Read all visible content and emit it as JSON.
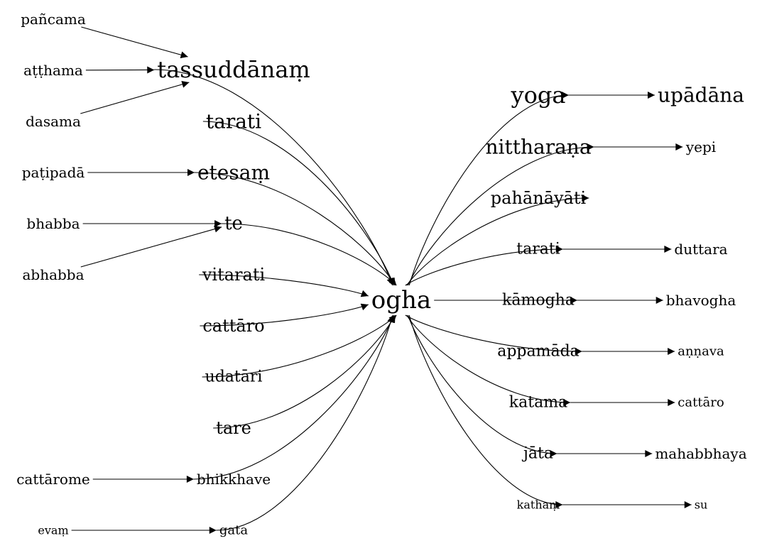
{
  "nodes": {
    "pancama": "pañcama",
    "atthama": "aṭṭhama",
    "dasama": "dasama",
    "tassuddanam": "tassuddānaṃ",
    "tarati_l": "tarati",
    "patipada": "paṭipadā",
    "etesam": "etesaṃ",
    "bhabba": "bhabba",
    "te": "te",
    "abhabba": "abhabba",
    "vitarati": "vitarati",
    "cattaro_l": "cattāro",
    "udatari": "udatāri",
    "tare": "tare",
    "cattarome": "cattārome",
    "bhikkhave": "bhikkhave",
    "evam": "evaṃ",
    "gata": "gata",
    "ogha": "ogha",
    "yoga": "yoga",
    "upadana": "upādāna",
    "nittharana": "nittharaṇa",
    "yepi": "yepi",
    "pahanayati": "pahānāyāti",
    "tarati_r": "tarati",
    "duttara": "duttara",
    "kamogha": "kāmogha",
    "bhavogha": "bhavogha",
    "appamada": "appamāda",
    "annava": "aṇṇava",
    "katama": "katama",
    "cattaro_r": "cattāro",
    "jata": "jāta",
    "mahabbhaya": "mahabbhaya",
    "katham": "kathaṃ",
    "su": "su"
  },
  "edges": [
    [
      "pancama",
      "tassuddanam"
    ],
    [
      "atthama",
      "tassuddanam"
    ],
    [
      "dasama",
      "tassuddanam"
    ],
    [
      "patipada",
      "etesam"
    ],
    [
      "bhabba",
      "te"
    ],
    [
      "abhabba",
      "te"
    ],
    [
      "cattarome",
      "bhikkhave"
    ],
    [
      "evam",
      "gata"
    ],
    [
      "tassuddanam",
      "ogha"
    ],
    [
      "tarati_l",
      "ogha"
    ],
    [
      "etesam",
      "ogha"
    ],
    [
      "te",
      "ogha"
    ],
    [
      "vitarati",
      "ogha"
    ],
    [
      "cattaro_l",
      "ogha"
    ],
    [
      "udatari",
      "ogha"
    ],
    [
      "tare",
      "ogha"
    ],
    [
      "bhikkhave",
      "ogha"
    ],
    [
      "gata",
      "ogha"
    ],
    [
      "ogha",
      "yoga"
    ],
    [
      "ogha",
      "nittharana"
    ],
    [
      "ogha",
      "pahanayati"
    ],
    [
      "ogha",
      "tarati_r"
    ],
    [
      "ogha",
      "kamogha"
    ],
    [
      "ogha",
      "appamada"
    ],
    [
      "ogha",
      "katama"
    ],
    [
      "ogha",
      "jata"
    ],
    [
      "ogha",
      "katham"
    ],
    [
      "yoga",
      "upadana"
    ],
    [
      "nittharana",
      "yepi"
    ],
    [
      "tarati_r",
      "duttara"
    ],
    [
      "kamogha",
      "bhavogha"
    ],
    [
      "appamada",
      "annava"
    ],
    [
      "katama",
      "cattaro_r"
    ],
    [
      "jata",
      "mahabbhaya"
    ],
    [
      "katham",
      "su"
    ]
  ]
}
